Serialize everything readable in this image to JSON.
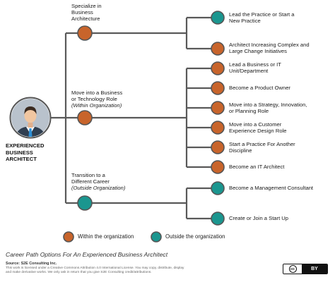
{
  "colors": {
    "within": "#c8642b",
    "outside": "#1b968f",
    "line": "#595959",
    "node_stroke": "#555555"
  },
  "persona": {
    "label": "EXPERIENCED BUSINESS ARCHITECT",
    "icon": "businessman-avatar-icon"
  },
  "branches": [
    {
      "line1": "Specialize in",
      "line2": "Business",
      "line3": "Architecture",
      "line4": "",
      "type": "within",
      "outcomes": [
        {
          "line1": "Lead the Practice or Start a",
          "line2": "New Practice",
          "type": "outside"
        },
        {
          "line1": "Architect Increasing Complex and",
          "line2": "Large Change Initiatives",
          "type": "within"
        }
      ]
    },
    {
      "line1": "Move into a Business",
      "line2": "or Technology Role",
      "line3": "(Within Organization)",
      "line4": "",
      "type": "within",
      "outcomes": [
        {
          "line1": "Lead a Business or IT",
          "line2": "Unit/Department",
          "type": "within"
        },
        {
          "line1": "Become a Product Owner",
          "line2": "",
          "type": "within"
        },
        {
          "line1": "Move into a Strategy, Innovation,",
          "line2": "or Planning Role",
          "type": "within"
        },
        {
          "line1": "Move into a Customer",
          "line2": "Experience Design Role",
          "type": "within"
        },
        {
          "line1": "Start a Practice For Another",
          "line2": "Discipline",
          "type": "within"
        },
        {
          "line1": "Become an IT Architect",
          "line2": "",
          "type": "within"
        }
      ]
    },
    {
      "line1": "Transition to a",
      "line2": "Different Career",
      "line3": "(Outside Organization)",
      "line4": "",
      "type": "outside",
      "outcomes": [
        {
          "line1": "Become a Management Consultant",
          "line2": "",
          "type": "outside"
        },
        {
          "line1": "Create or Join a Start Up",
          "line2": "",
          "type": "outside"
        }
      ]
    }
  ],
  "legend": {
    "within_label": "Within the organization",
    "outside_label": "Outside the organization"
  },
  "caption": "Career Path Options For An Experienced Business Architect",
  "source": "Source: S2E Consulting Inc.",
  "license_line1": "This work is licensed under a Creative Commons Attribution 4.0 International License. You may copy, distribute, display",
  "license_line2": "and make derivative works. We only ask in return that you give S2E Consulting credit/attributions.",
  "badge": {
    "cc": "cc",
    "by": "BY"
  }
}
